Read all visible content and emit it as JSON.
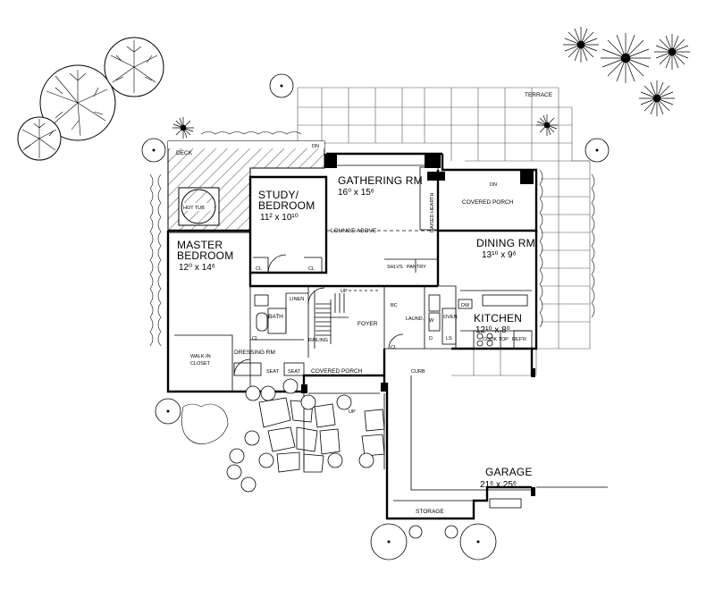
{
  "plan": {
    "rooms": {
      "gathering": {
        "name": "GATHERING RM",
        "dim": "16⁰ x 15⁶"
      },
      "study": {
        "name": "STUDY/",
        "name2": "BEDROOM",
        "dim": "11² x 10¹⁰"
      },
      "master": {
        "name": "MASTER",
        "name2": "BEDROOM",
        "dim": "12⁰ x 14⁶"
      },
      "dining": {
        "name": "DINING RM",
        "dim": "13¹⁰ x 9⁶"
      },
      "kitchen": {
        "name": "KITCHEN",
        "dim": "12¹⁰ x 8⁰"
      },
      "garage": {
        "name": "GARAGE",
        "dim": "21⁶ x 25⁶"
      }
    },
    "labels": {
      "terrace": "TERRACE",
      "deck": "DECK",
      "hot_tub": "HOT TUB",
      "covered_porch_rear": "COVERED PORCH",
      "covered_porch_front": "COVERED PORCH",
      "lounge_above": "LOUNGE ABOVE",
      "raised_hearth": "RAISED HEARTH",
      "pantry": "PANTRY",
      "shlvs": "SHLVS",
      "foyer": "FOYER",
      "bath": "BATH",
      "linen": "LINEN",
      "railing": "RAILING",
      "dressing": "DRESSING RM",
      "walk_in": "WALK-IN",
      "closet": "CLOSET",
      "seat1": "SEAT",
      "seat2": "SEAT",
      "laund": "LAUND.",
      "oven": "OVEN",
      "cook_top": "COOK TOP",
      "refr": "REF'R",
      "dw": "DW",
      "curb": "CURB",
      "storage": "STORAGE",
      "up1": "UP",
      "up2": "UP",
      "dn1": "DN",
      "dn2": "DN",
      "cl1": "CL",
      "cl2": "CL",
      "cl3": "CL",
      "cl4": "CL",
      "bc": "BC",
      "w": "W",
      "d": "D",
      "ls": "LS"
    }
  }
}
